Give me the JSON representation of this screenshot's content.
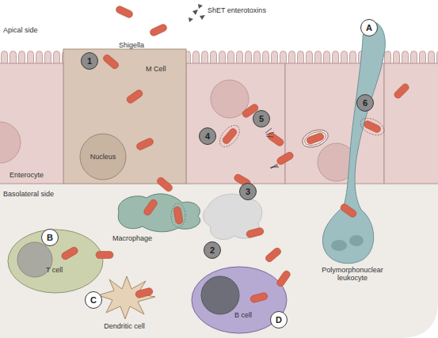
{
  "diagram": {
    "nodes": [
      {
        "text": [
          "M Cell"
        ]
      },
      {
        "text": [
          "Nucleus"
        ],
        "in": 0
      },
      {
        "text": [
          "Enterocyte"
        ]
      },
      {
        "text": [
          "Macrophage"
        ]
      },
      {
        "text": [
          "T cell"
        ]
      },
      {
        "text": [
          "Dendritic cell"
        ]
      },
      {
        "text": [
          "B cell"
        ]
      },
      {
        "text": [
          "Polymorphonuclear leukocyte"
        ]
      }
    ],
    "labels": [
      "Apical side",
      "Shigella",
      "ShET enterotoxins",
      "Basolateral side",
      "1",
      "2",
      "3",
      "4",
      "5",
      "6",
      "A",
      "B",
      "C",
      "D"
    ]
  }
}
